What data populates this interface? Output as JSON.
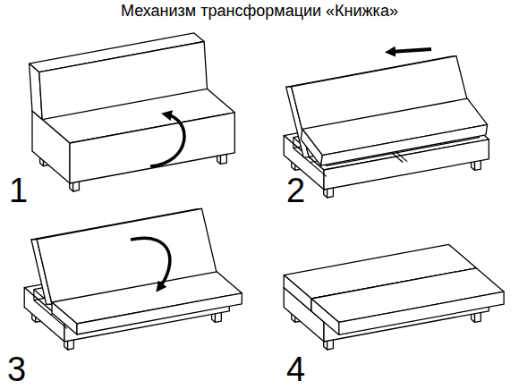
{
  "diagram": {
    "title": "Механизм трансформации «Книжка»",
    "labels": [
      "1",
      "2",
      "3",
      "4"
    ]
  }
}
